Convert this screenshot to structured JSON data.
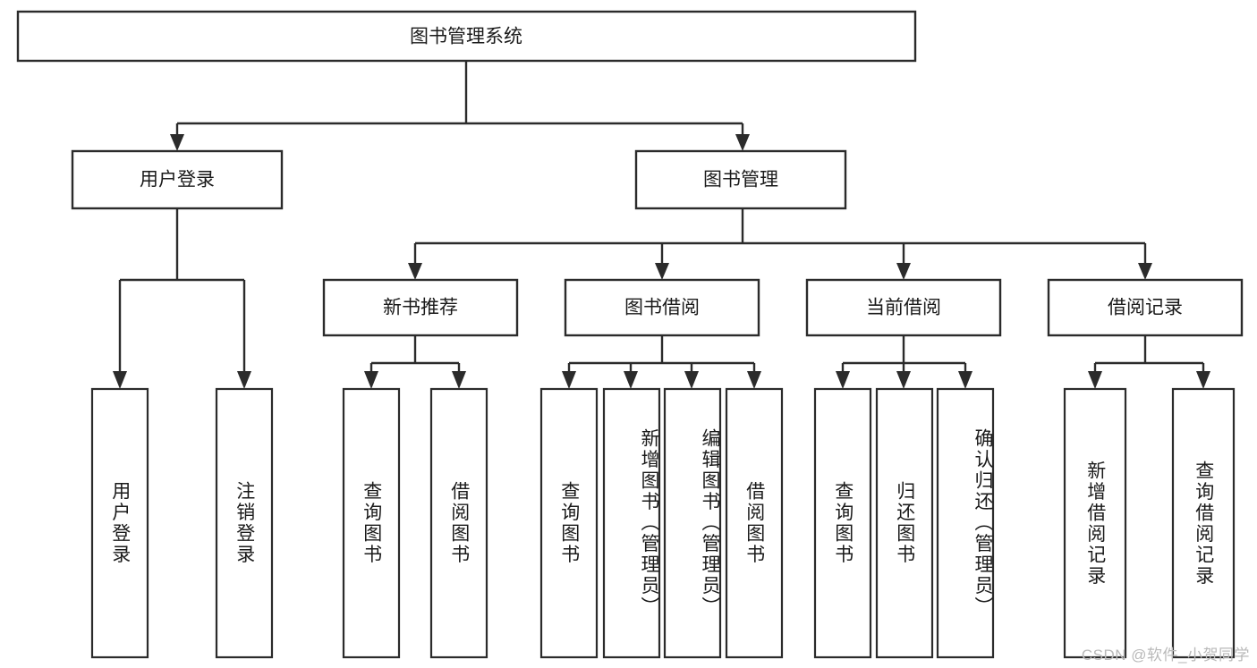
{
  "diagram": {
    "title": "图书管理系统",
    "type": "tree-hierarchy-diagram",
    "root": {
      "label": "图书管理系统",
      "level": 1
    },
    "level2": [
      {
        "label": "用户登录"
      },
      {
        "label": "图书管理"
      }
    ],
    "level3": [
      {
        "label": "新书推荐"
      },
      {
        "label": "图书借阅"
      },
      {
        "label": "当前借阅"
      },
      {
        "label": "借阅记录"
      }
    ],
    "leaves": {
      "user_login": [
        {
          "label": "用户登录"
        },
        {
          "label": "注销登录"
        }
      ],
      "new_book_recommend": [
        {
          "label": "查询图书"
        },
        {
          "label": "借阅图书"
        }
      ],
      "book_borrow": [
        {
          "label": "查询图书"
        },
        {
          "label": "新增图书（管理员）"
        },
        {
          "label": "编辑图书（管理员）"
        },
        {
          "label": "借阅图书"
        }
      ],
      "current_borrow": [
        {
          "label": "查询图书"
        },
        {
          "label": "归还图书"
        },
        {
          "label": "确认归还（管理员）"
        }
      ],
      "borrow_record": [
        {
          "label": "新增借阅记录"
        },
        {
          "label": "查询借阅记录"
        }
      ]
    }
  },
  "watermark": {
    "text": "CSDN @软件_小贺同学"
  },
  "colors": {
    "stroke": "#2b2b2b",
    "fill": "#ffffff",
    "text": "#1a1a1a",
    "watermark": "#b9b9b9"
  }
}
